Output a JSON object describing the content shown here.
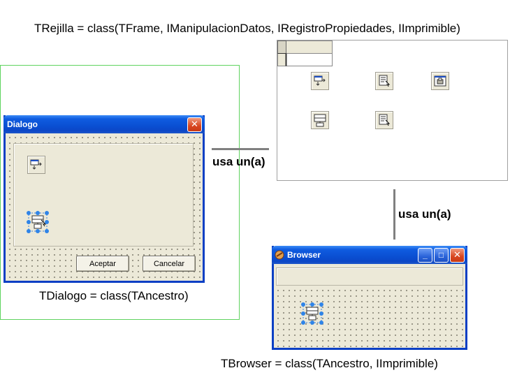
{
  "captions": {
    "trejilla": "TRejilla = class(TFrame, IManipulacionDatos, IRegistroPropiedades, IImprimible)",
    "tdialogo": "TDialogo = class(TAncestro)",
    "tbrowser": "TBrowser = class(TAncestro, IImprimible)"
  },
  "connectors": {
    "uses_left": "usa un(a)",
    "uses_right": "usa un(a)"
  },
  "dialog": {
    "title": "Dialogo",
    "ok_label": "Aceptar",
    "cancel_label": "Cancelar",
    "close_glyph": "✕"
  },
  "browser": {
    "title": "Browser",
    "min_glyph": "_",
    "max_glyph": "□",
    "close_glyph": "✕"
  },
  "colors": {
    "titlebar": "#0b4fd2",
    "window_face": "#ece9d8",
    "selection_frame": "#5fd35f",
    "connector_line": "#808080"
  }
}
